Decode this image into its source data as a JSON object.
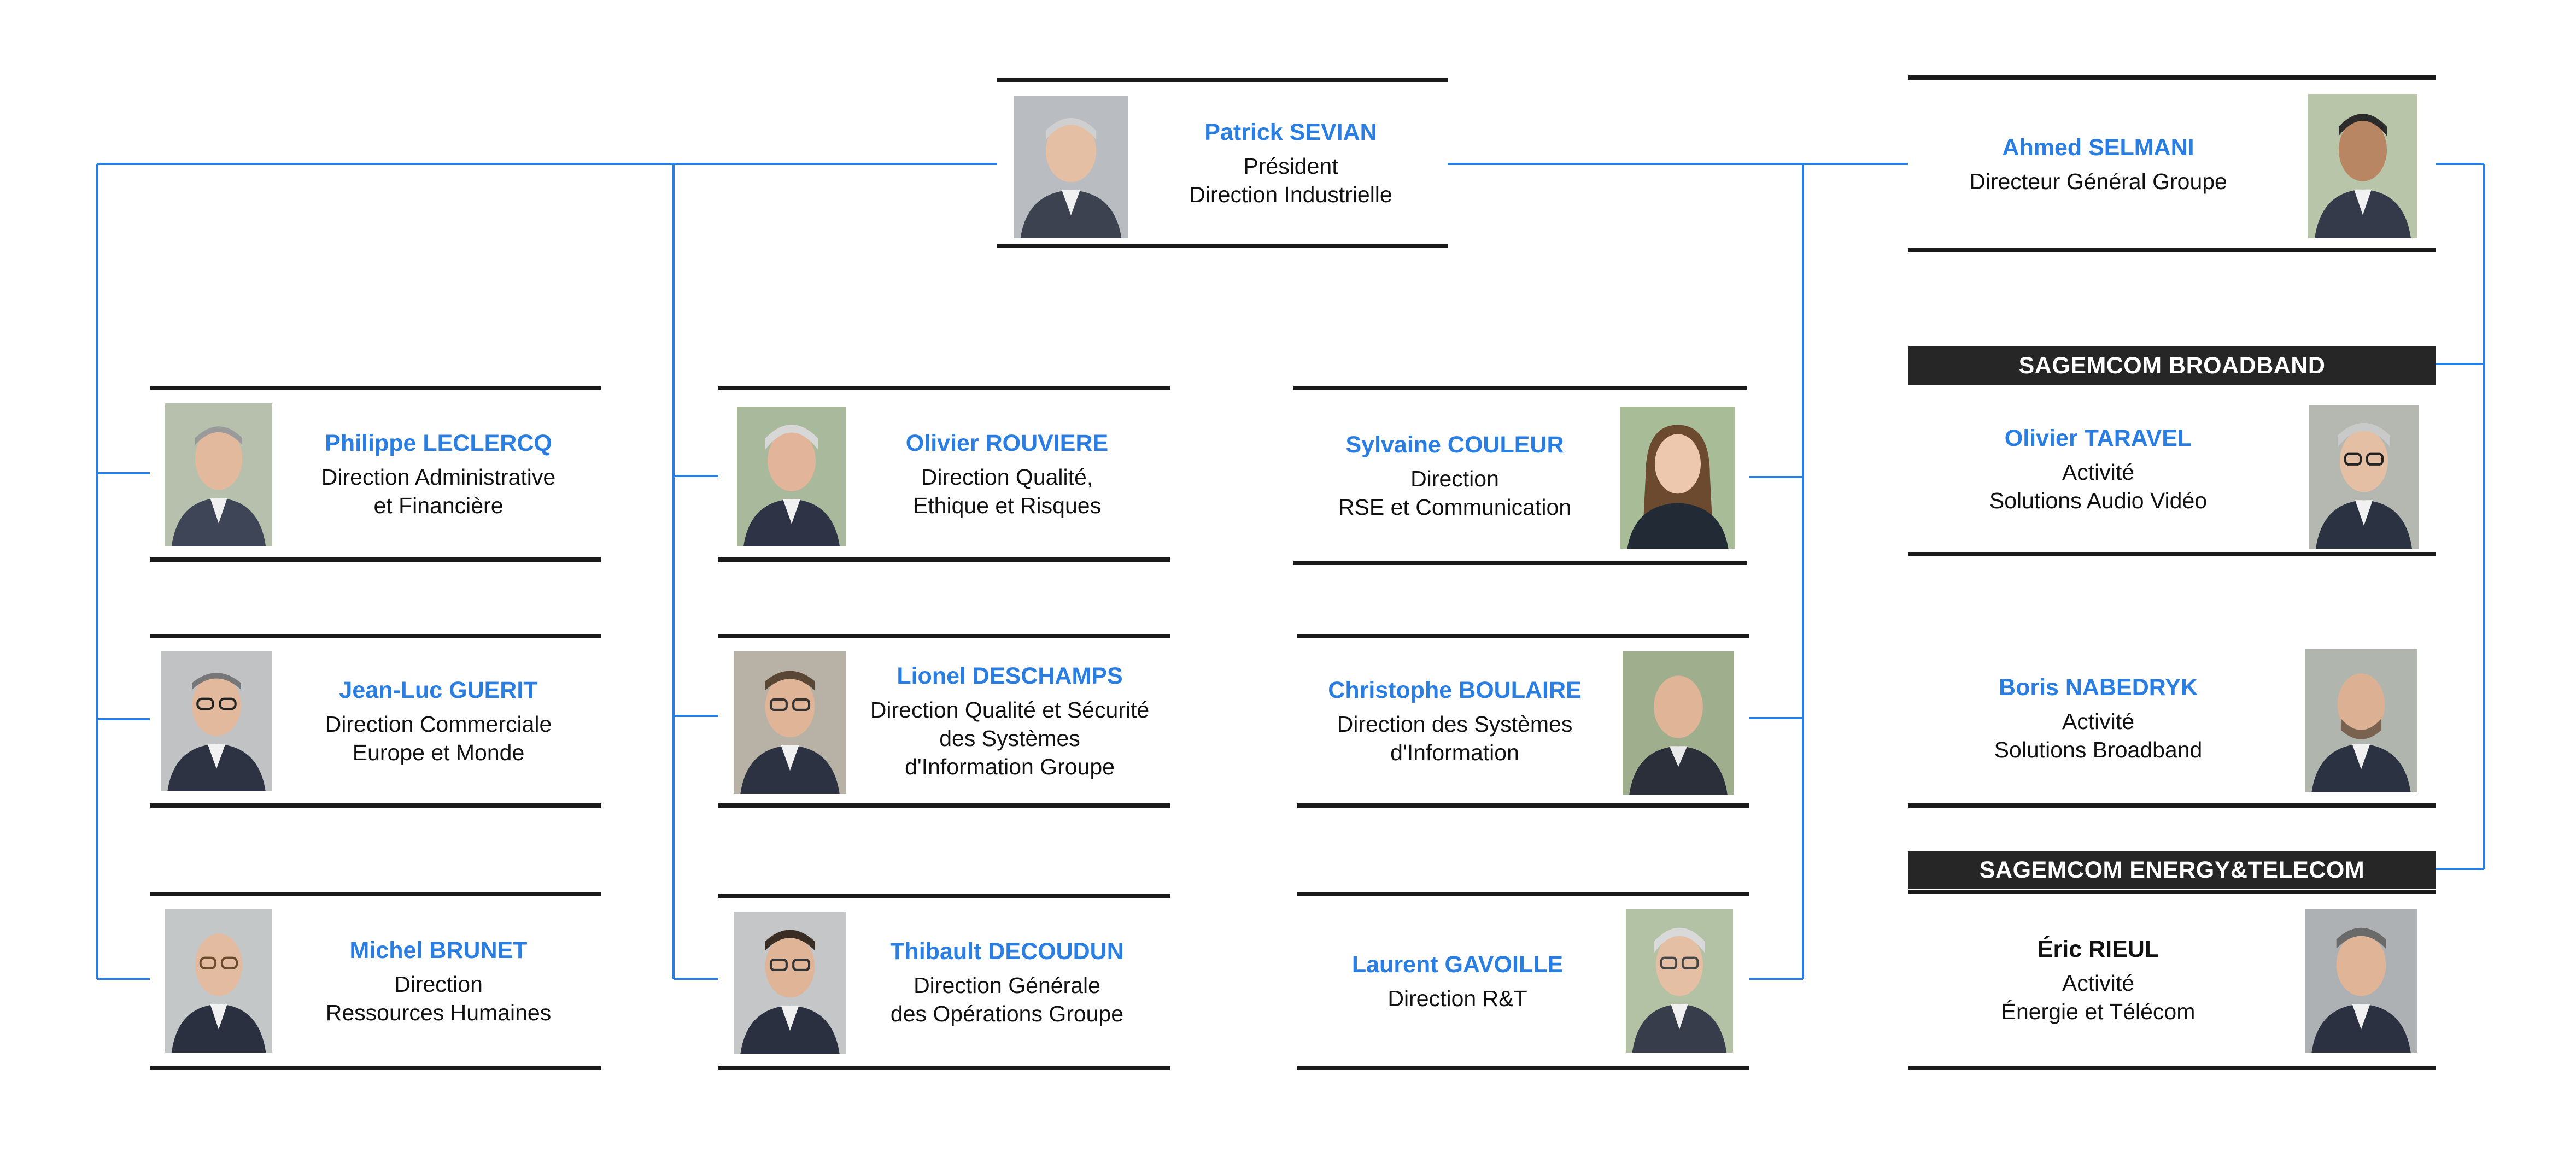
{
  "colors": {
    "connector": "#2a7de1",
    "name": "#2a7de1",
    "border": "#1a1a1a",
    "banner_bg": "#262626"
  },
  "president": {
    "name": "Patrick SEVIAN",
    "role_lines": [
      "Président",
      "Direction Industrielle"
    ]
  },
  "ceo": {
    "name": "Ahmed SELMANI",
    "role_lines": [
      "Directeur Général Groupe"
    ]
  },
  "column1": [
    {
      "name": "Philippe LECLERCQ",
      "role_lines": [
        "Direction Administrative",
        "et Financière"
      ]
    },
    {
      "name": "Jean-Luc GUERIT",
      "role_lines": [
        "Direction Commerciale",
        "Europe et Monde"
      ]
    },
    {
      "name": "Michel BRUNET",
      "role_lines": [
        "Direction",
        "Ressources Humaines"
      ]
    }
  ],
  "column2": [
    {
      "name": "Olivier ROUVIERE",
      "role_lines": [
        "Direction Qualité,",
        "Ethique et Risques"
      ]
    },
    {
      "name": "Lionel DESCHAMPS",
      "role_lines": [
        "Direction Qualité et Sécurité",
        "des Systèmes",
        "d'Information Groupe"
      ]
    },
    {
      "name": "Thibault DECOUDUN",
      "role_lines": [
        "Direction Générale",
        "des Opérations Groupe"
      ]
    }
  ],
  "column3": [
    {
      "name": "Sylvaine COULEUR",
      "role_lines": [
        "Direction",
        "RSE et Communication"
      ]
    },
    {
      "name": "Christophe BOULAIRE",
      "role_lines": [
        "Direction des Systèmes",
        "d'Information"
      ]
    },
    {
      "name": "Laurent GAVOILLE",
      "role_lines": [
        "Direction R&T"
      ]
    }
  ],
  "broadband": {
    "banner": "SAGEMCOM BROADBAND",
    "people": [
      {
        "name": "Olivier TARAVEL",
        "role_lines": [
          "Activité",
          "Solutions Audio Vidéo"
        ]
      },
      {
        "name": "Boris NABEDRYK",
        "role_lines": [
          "Activité",
          "Solutions Broadband"
        ]
      }
    ]
  },
  "energy": {
    "banner": "SAGEMCOM ENERGY&TELECOM",
    "people": [
      {
        "name": "Éric RIEUL",
        "role_lines": [
          "Activité",
          "Énergie et Télécom"
        ]
      }
    ]
  }
}
